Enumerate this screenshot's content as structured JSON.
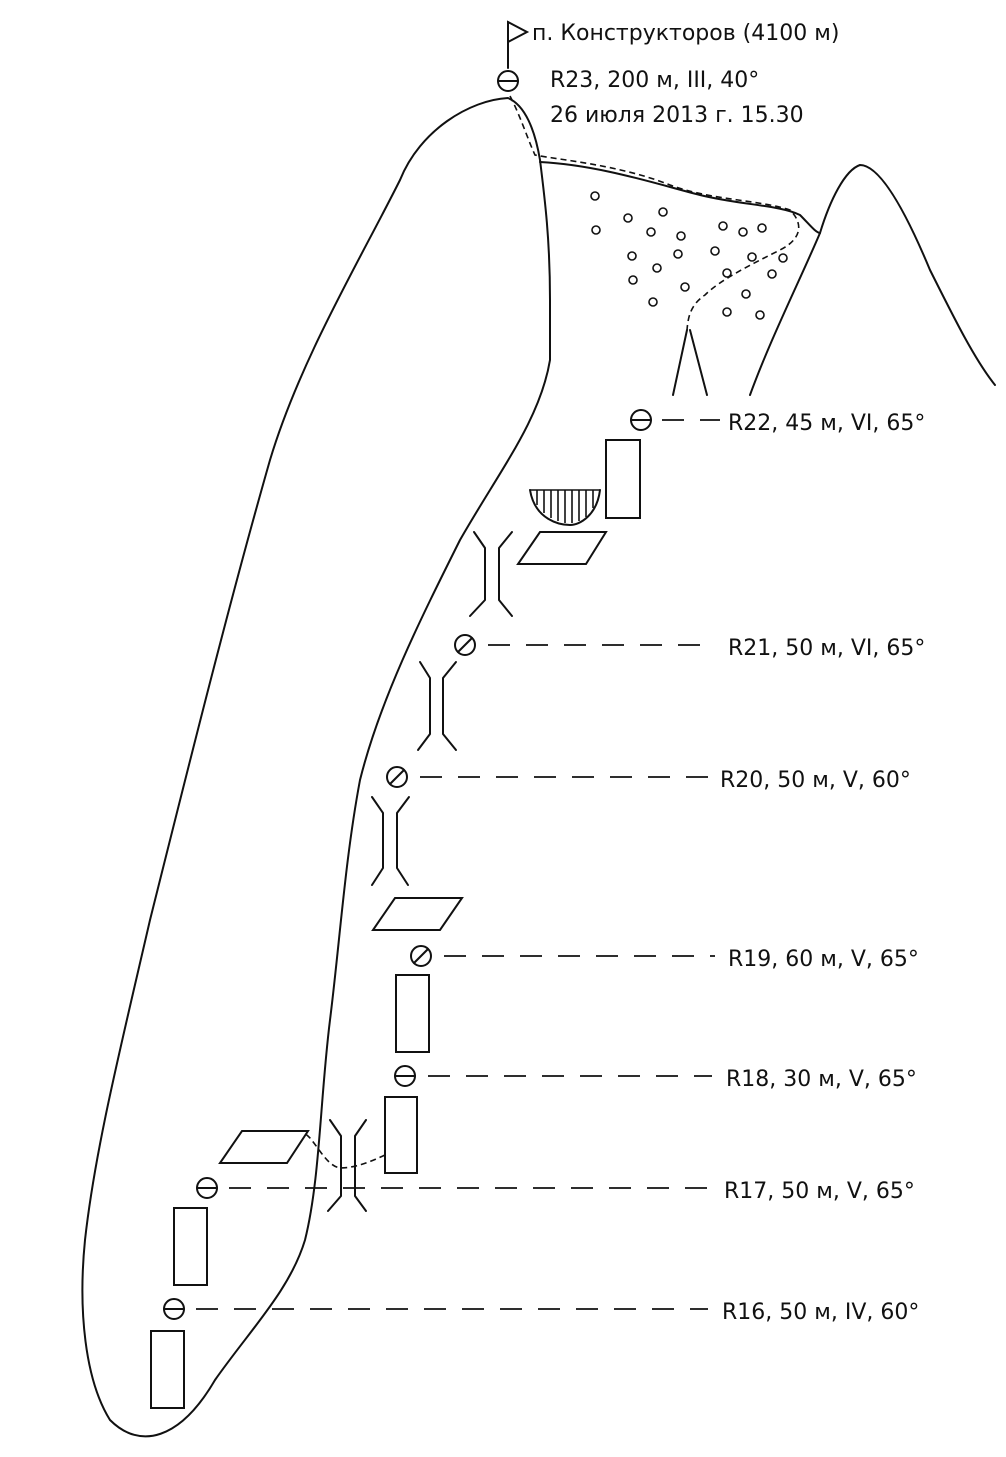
{
  "summit": {
    "label": "п. Конструкторов (4100 м)",
    "pitch": "R23, 200 м, III, 40°",
    "date": "26 июля 2013 г. 15.30"
  },
  "pitches": [
    {
      "id": "R22",
      "label": "R22, 45 м, VI, 65°",
      "anchor": "piton"
    },
    {
      "id": "R21",
      "label": "R21, 50 м, VI, 65°",
      "anchor": "bolt"
    },
    {
      "id": "R20",
      "label": "R20, 50 м, V, 60°",
      "anchor": "bolt"
    },
    {
      "id": "R19",
      "label": "R19, 60 м, V, 65°",
      "anchor": "bolt"
    },
    {
      "id": "R18",
      "label": "R18, 30 м, V, 65°",
      "anchor": "piton"
    },
    {
      "id": "R17",
      "label": "R17, 50 м, V, 65°",
      "anchor": "piton"
    },
    {
      "id": "R16",
      "label": "R16, 50 м, IV, 60°",
      "anchor": "piton"
    }
  ]
}
